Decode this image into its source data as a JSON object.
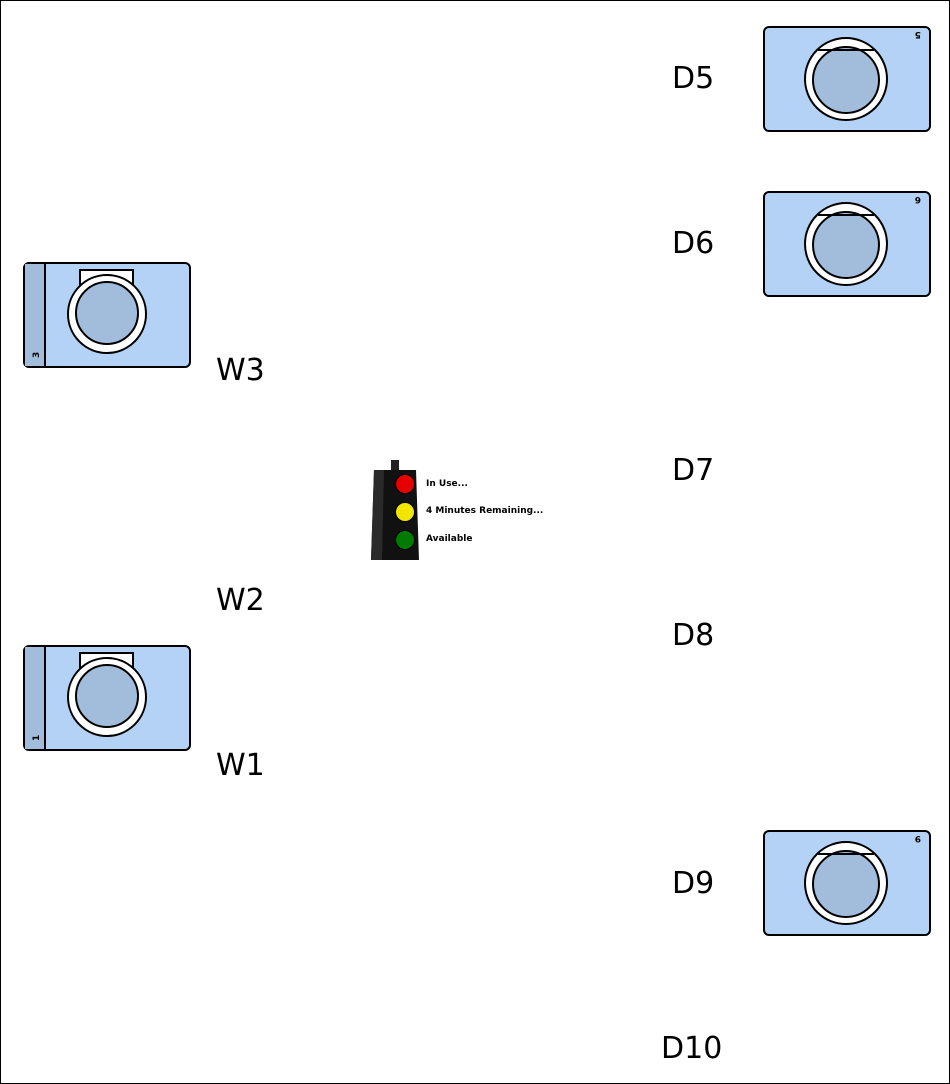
{
  "stations": {
    "d5": {
      "label": "D5",
      "number": "5"
    },
    "d6": {
      "label": "D6",
      "number": "6"
    },
    "d7": {
      "label": "D7"
    },
    "d8": {
      "label": "D8"
    },
    "d9": {
      "label": "D9",
      "number": "9"
    },
    "d10": {
      "label": "D10"
    },
    "w1": {
      "label": "W1",
      "number": "1"
    },
    "w2": {
      "label": "W2"
    },
    "w3": {
      "label": "W3",
      "number": "3"
    }
  },
  "legend": {
    "in_use": "In Use...",
    "remaining": "4 Minutes Remaining...",
    "available": "Available"
  },
  "colors": {
    "machine_fill": "#b3d2f5",
    "drum": "#a2bcdc",
    "light_red": "#e60000",
    "light_yellow": "#f2e600",
    "light_green": "#007a00"
  }
}
